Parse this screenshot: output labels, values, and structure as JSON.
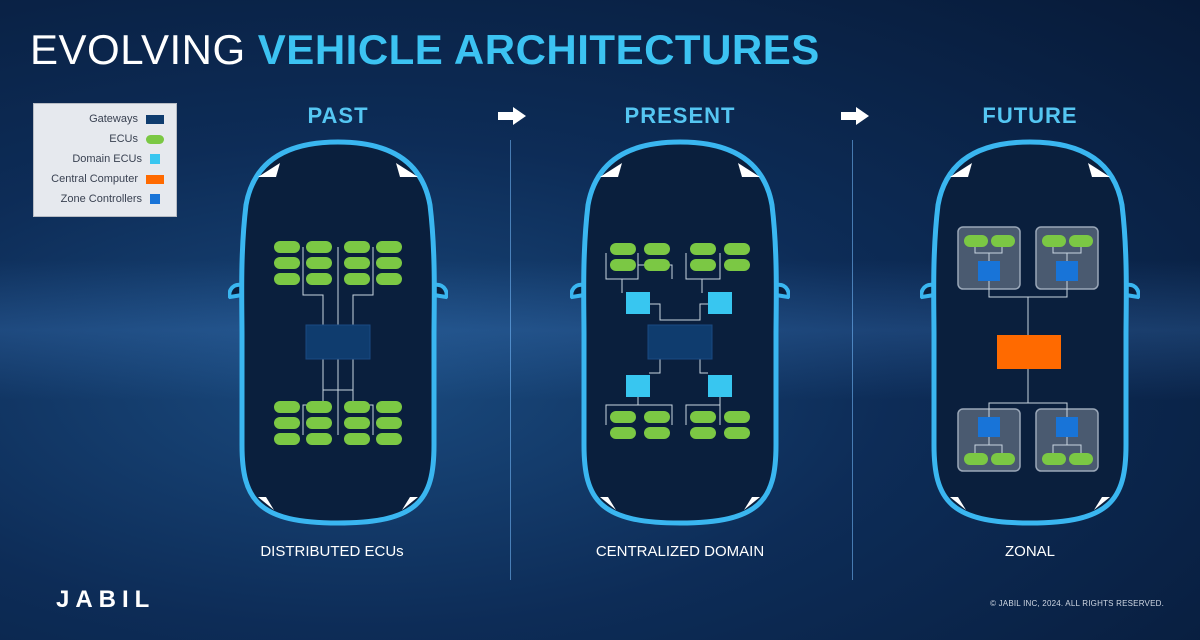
{
  "title": {
    "part1": "EVOLVING ",
    "part2": "VEHICLE ARCHITECTURES"
  },
  "legend": [
    {
      "label": "Gateways",
      "color": "#0f3c6e",
      "shape": "rect"
    },
    {
      "label": "ECUs",
      "color": "#7bc844",
      "shape": "pill"
    },
    {
      "label": "Domain ECUs",
      "color": "#38c6f0",
      "shape": "square"
    },
    {
      "label": "Central Computer",
      "color": "#ff6a00",
      "shape": "rect"
    },
    {
      "label": "Zone Controllers",
      "color": "#1874d8",
      "shape": "square"
    }
  ],
  "stages": [
    {
      "name": "PAST",
      "architecture": "DISTRIBUTED ECUs"
    },
    {
      "name": "PRESENT",
      "architecture": "CENTRALIZED DOMAIN"
    },
    {
      "name": "FUTURE",
      "architecture": "ZONAL"
    }
  ],
  "colors": {
    "accent": "#3cc3f2",
    "car_outline": "#3ab6f0",
    "car_body": "#0a1f3d",
    "ecu": "#7bc844",
    "gateway": "#0f3c6e",
    "domain_ecu": "#38c6f0",
    "central_computer": "#ff6a00",
    "zone_controller": "#1874d8"
  },
  "logo": "JABIL",
  "copyright": "© JABIL INC, 2024. ALL RIGHTS RESERVED."
}
